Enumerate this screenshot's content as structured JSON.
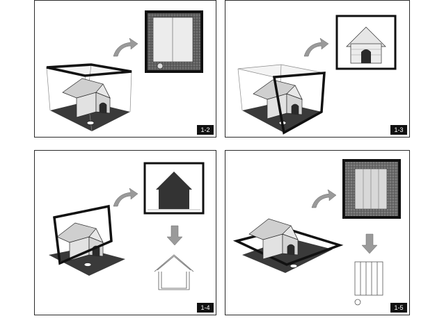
{
  "panels": [
    {
      "label": "1-2",
      "view": "top"
    },
    {
      "label": "1-3",
      "view": "side"
    },
    {
      "label": "1-4",
      "view": "front"
    },
    {
      "label": "1-5",
      "view": "bottom"
    }
  ],
  "colors": {
    "line": "#2a2a2a",
    "frame": "#111111",
    "ground": "#3a3a3a",
    "texture": "#6f6f6f",
    "house": "#e2e2e2",
    "roof": "#cfcfcf",
    "arrow": "#9a9a9a"
  }
}
